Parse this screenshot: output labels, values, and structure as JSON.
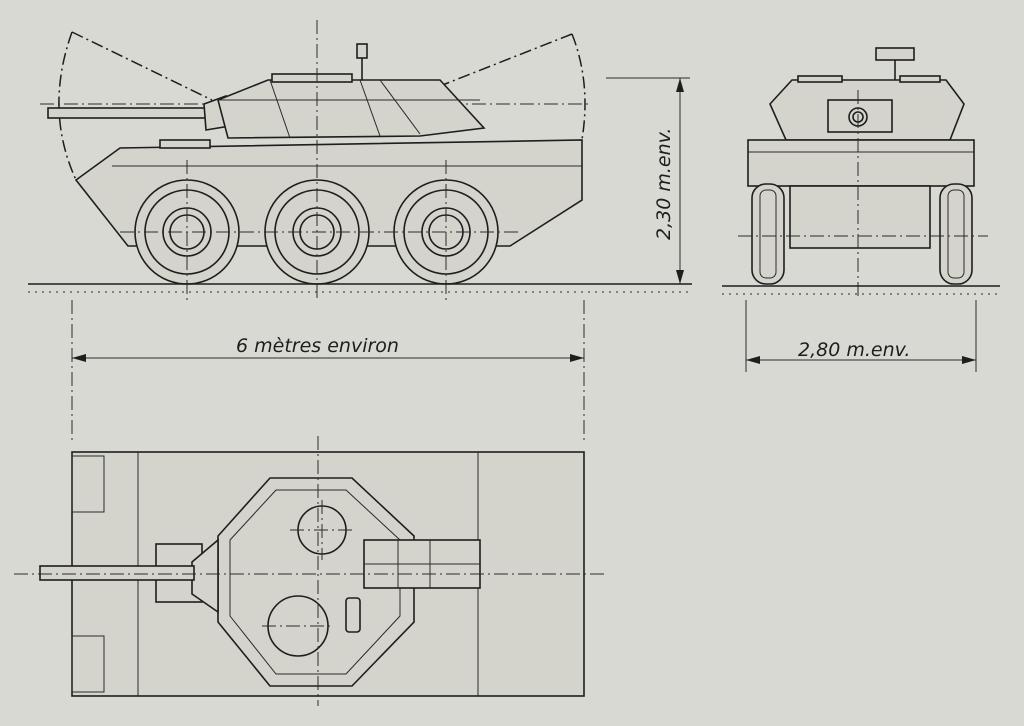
{
  "labels": {
    "length": "6 mètres environ",
    "height": "2,30 m.env.",
    "width": "2,80 m.env."
  },
  "colors": {
    "paper": "#d9d9d3",
    "ink": "#1e1e1e"
  }
}
